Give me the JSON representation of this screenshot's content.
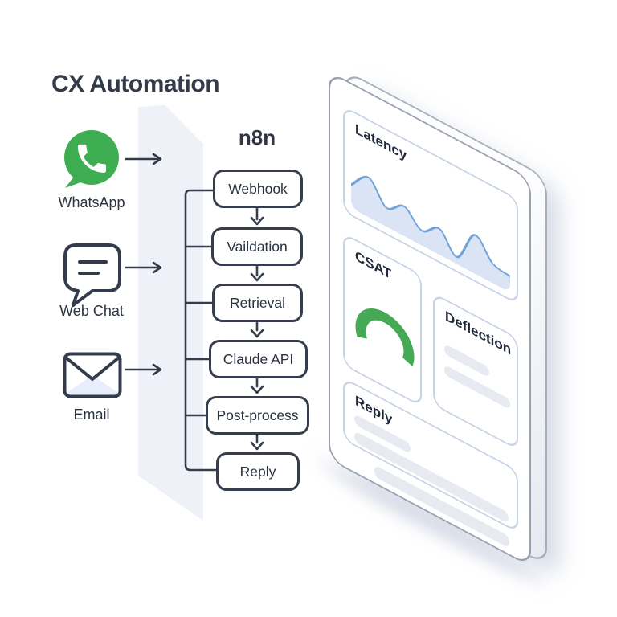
{
  "title": "CX Automation",
  "channels": [
    {
      "label": "WhatsApp",
      "icon": "whatsapp-icon"
    },
    {
      "label": "Web Chat",
      "icon": "chat-bubble-icon"
    },
    {
      "label": "Email",
      "icon": "envelope-icon"
    }
  ],
  "workflow": {
    "platform_label": "n8n",
    "steps": [
      "Webhook",
      "Vaildation",
      "Retrieval",
      "Claude API",
      "Post-process",
      "Reply"
    ]
  },
  "dashboard": {
    "cards": [
      {
        "title": "Latency",
        "type": "line-chart"
      },
      {
        "title": "CSAT",
        "type": "gauge"
      },
      {
        "title": "Deflection",
        "type": "skeleton",
        "placeholder_bars": 2
      },
      {
        "title": "Reply",
        "type": "skeleton",
        "placeholder_bars": 2
      }
    ],
    "footer_placeholder_bars": 1
  },
  "chart_data": [
    {
      "type": "line",
      "title": "Latency",
      "x": [
        0,
        1,
        2,
        3,
        4,
        5,
        6,
        7,
        8,
        9
      ],
      "y_norm": [
        0.45,
        0.82,
        0.36,
        0.6,
        0.27,
        0.52,
        0.1,
        0.8,
        0.38,
        0.3
      ],
      "note": "decorative sparkline, no axes or tick labels shown",
      "line_color": "#6fa3da",
      "area_color": "#dbe4f5"
    },
    {
      "type": "gauge",
      "title": "CSAT",
      "start_deg": 200,
      "end_deg": -20,
      "color": "#45a955",
      "note": "arc only, no numeric value shown"
    }
  ],
  "colors": {
    "ink": "#2e3644",
    "flow_stroke": "#363e4d",
    "whatsapp_green": "#3fae52",
    "gauge_green": "#45a955",
    "chart_line_blue": "#6fa3da",
    "chart_area_blue": "#dbe4f5",
    "band_bg": "#eef1f8",
    "card_border": "#c9d3e6",
    "skeleton_bar": "#e7eaf1",
    "tablet_border": "#99a0af"
  }
}
